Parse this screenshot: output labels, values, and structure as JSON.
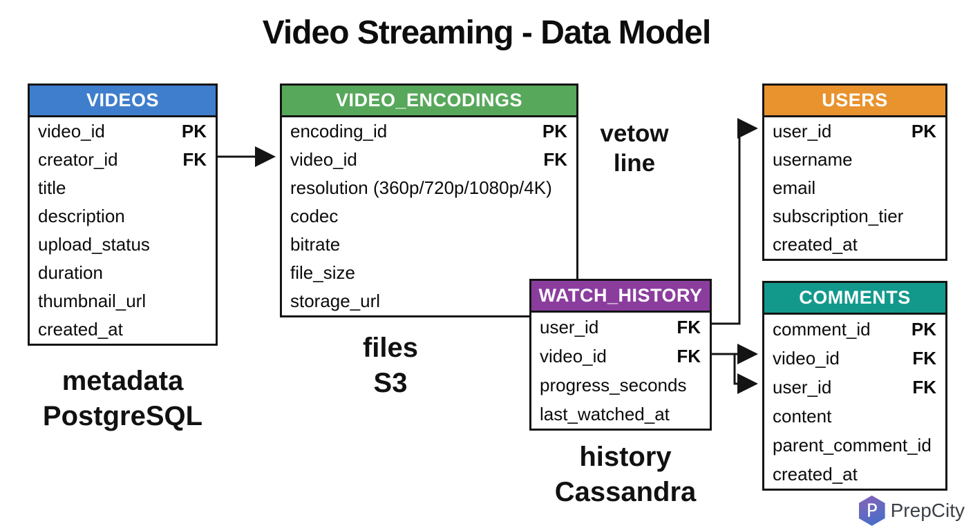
{
  "title": "Video Streaming - Data Model",
  "entities": {
    "videos": {
      "name": "VIDEOS",
      "header_color": "#3f7ecd",
      "rows": [
        {
          "field": "video_id",
          "key": "PK"
        },
        {
          "field": "creator_id",
          "key": "FK"
        },
        {
          "field": "title",
          "key": ""
        },
        {
          "field": "description",
          "key": ""
        },
        {
          "field": "upload_status",
          "key": ""
        },
        {
          "field": "duration",
          "key": ""
        },
        {
          "field": "thumbnail_url",
          "key": ""
        },
        {
          "field": "created_at",
          "key": ""
        }
      ]
    },
    "video_encodings": {
      "name": "VIDEO_ENCODINGS",
      "header_color": "#57a85b",
      "rows": [
        {
          "field": "encoding_id",
          "key": "PK"
        },
        {
          "field": "video_id",
          "key": "FK"
        },
        {
          "field": "resolution (360p/720p/1080p/4K)",
          "key": ""
        },
        {
          "field": "codec",
          "key": ""
        },
        {
          "field": "bitrate",
          "key": ""
        },
        {
          "field": "file_size",
          "key": ""
        },
        {
          "field": "storage_url",
          "key": ""
        }
      ]
    },
    "users": {
      "name": "USERS",
      "header_color": "#e8932e",
      "rows": [
        {
          "field": "user_id",
          "key": "PK"
        },
        {
          "field": "username",
          "key": ""
        },
        {
          "field": "email",
          "key": ""
        },
        {
          "field": "subscription_tier",
          "key": ""
        },
        {
          "field": "created_at",
          "key": ""
        }
      ]
    },
    "watch_history": {
      "name": "WATCH_HISTORY",
      "header_color": "#8b3d9e",
      "rows": [
        {
          "field": "user_id",
          "key": "FK"
        },
        {
          "field": "video_id",
          "key": "FK"
        },
        {
          "field": "progress_seconds",
          "key": ""
        },
        {
          "field": "last_watched_at",
          "key": ""
        }
      ]
    },
    "comments": {
      "name": "COMMENTS",
      "header_color": "#13998c",
      "rows": [
        {
          "field": "comment_id",
          "key": "PK"
        },
        {
          "field": "video_id",
          "key": "FK"
        },
        {
          "field": "user_id",
          "key": "FK"
        },
        {
          "field": "content",
          "key": ""
        },
        {
          "field": "parent_comment_id",
          "key": ""
        },
        {
          "field": "created_at",
          "key": ""
        }
      ]
    }
  },
  "annotations": {
    "metadata": {
      "line1": "metadata",
      "line2": "PostgreSQL"
    },
    "files": {
      "line1": "files",
      "line2": "S3"
    },
    "overlay": {
      "line1": "vetow",
      "line2": "line"
    },
    "history": {
      "line1": "history",
      "line2": "Cassandra"
    }
  },
  "logo": {
    "brand": "PrepCity",
    "monogram": "P",
    "hex_top": "#8a63b8",
    "hex_bottom": "#3e6fc9"
  }
}
